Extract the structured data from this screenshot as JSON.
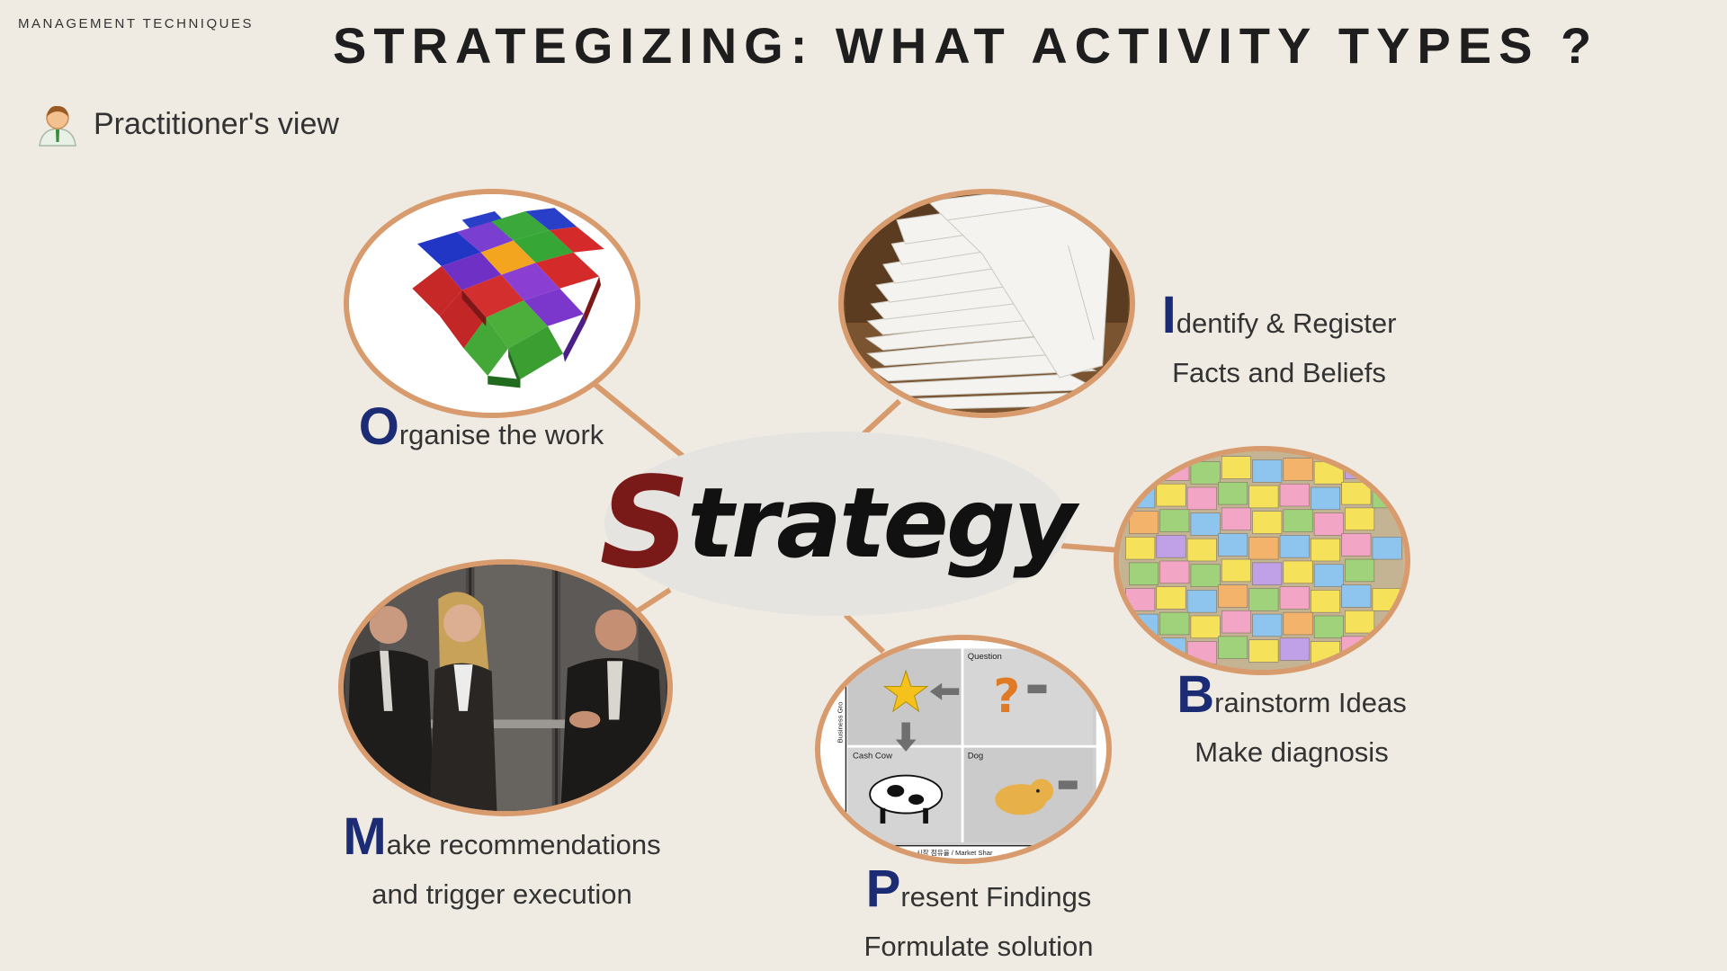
{
  "header": {
    "section": "MANAGEMENT TECHNIQUES",
    "title": "STRATEGIZING: WHAT ACTIVITY TYPES  ?"
  },
  "practitioner": {
    "label": "Practitioner's view",
    "icon": "person-icon"
  },
  "center": {
    "first_letter": "S",
    "rest": "trategy"
  },
  "activities": {
    "organise": {
      "initial": "O",
      "line1": "rganise the work"
    },
    "identify": {
      "initial": "I",
      "line1": "dentify & Register",
      "line2": "Facts and Beliefs"
    },
    "brainstorm": {
      "initial": "B",
      "line1": "rainstorm Ideas",
      "line2": "Make diagnosis"
    },
    "present": {
      "initial": "P",
      "line1": "resent Findings",
      "line2": "Formulate solution"
    },
    "make": {
      "initial": "M",
      "line1": "ake recommendations",
      "line2": "and trigger execution"
    }
  },
  "matrix": {
    "question": "Question",
    "cash_cow": "Cash Cow",
    "dog": "Dog",
    "side_label": "Business Gro",
    "bottom_label": "시장 점유율 / Market Shar"
  },
  "colors": {
    "background": "#efebe2",
    "ring": "#d89b6d",
    "initial": "#1c2c74",
    "strategy_s": "#7a1a18"
  }
}
